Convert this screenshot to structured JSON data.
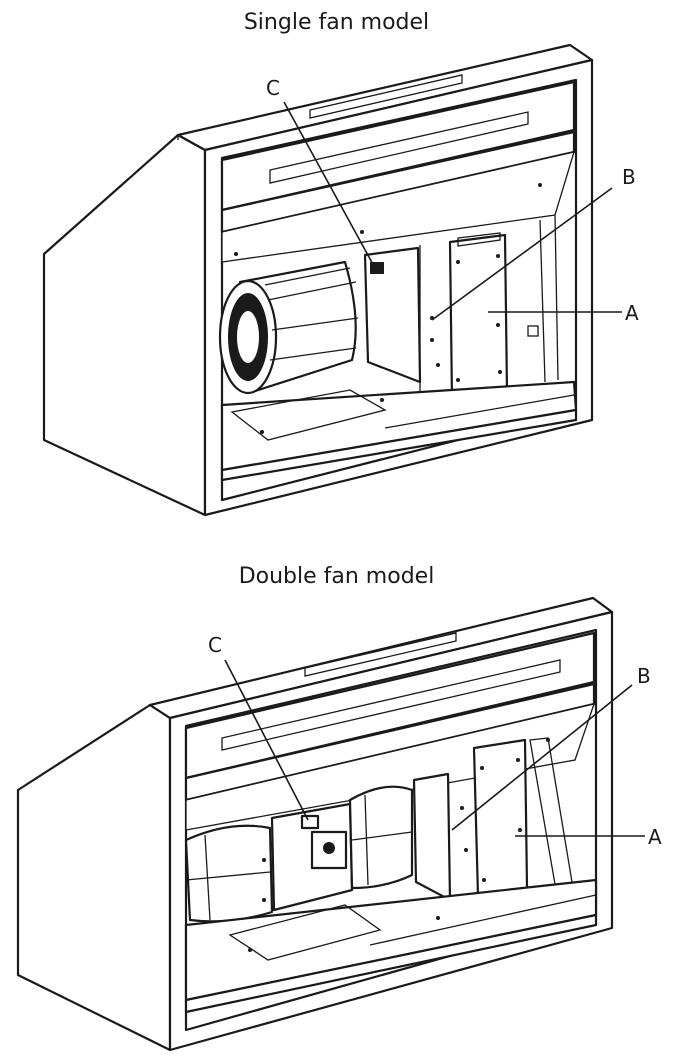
{
  "figures": [
    {
      "title": "Single fan model",
      "callouts": {
        "a": "A",
        "b": "B",
        "c": "C"
      }
    },
    {
      "title": "Double fan model",
      "callouts": {
        "a": "A",
        "b": "B",
        "c": "C"
      }
    }
  ],
  "colors": {
    "line": "#1a1a1a",
    "background": "#ffffff"
  }
}
